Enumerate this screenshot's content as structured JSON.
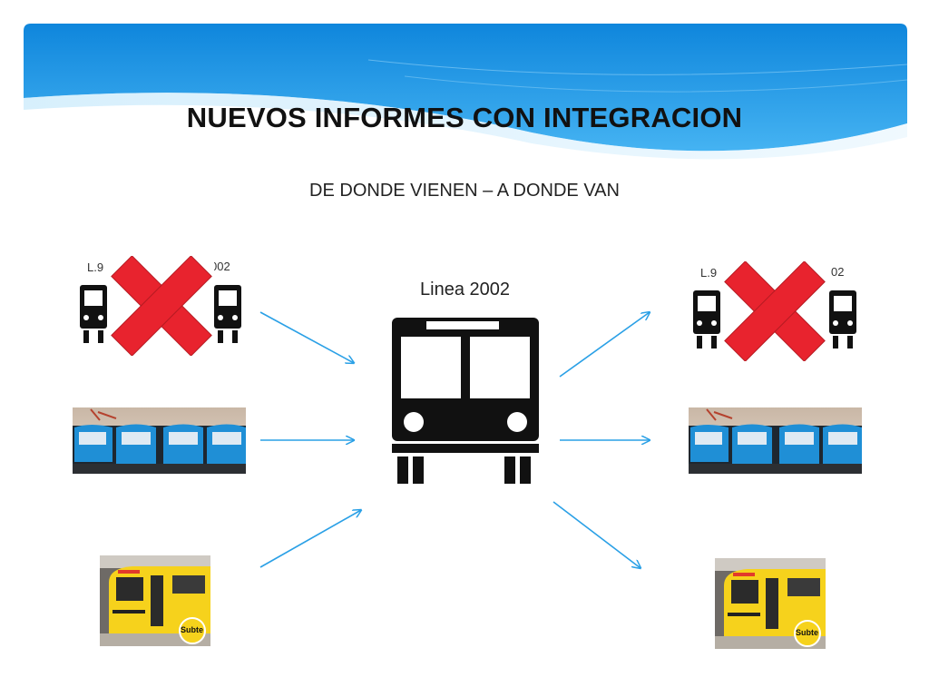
{
  "title": "NUEVOS INFORMES CON INTEGRACION",
  "subtitle": "DE DONDE VIENEN – A DONDE VAN",
  "center_label": "Linea 2002",
  "origin_bus_group": {
    "left_label": "L.9",
    "right_label": "002"
  },
  "destination_bus_group": {
    "left_label": "L.9",
    "right_label": "02"
  },
  "subte_badge": "Subte",
  "colors": {
    "header_blue": "#1a8fe0",
    "arrow": "#2aa0e6",
    "cross": "#e8232e",
    "subte_yellow": "#f6d21c"
  }
}
